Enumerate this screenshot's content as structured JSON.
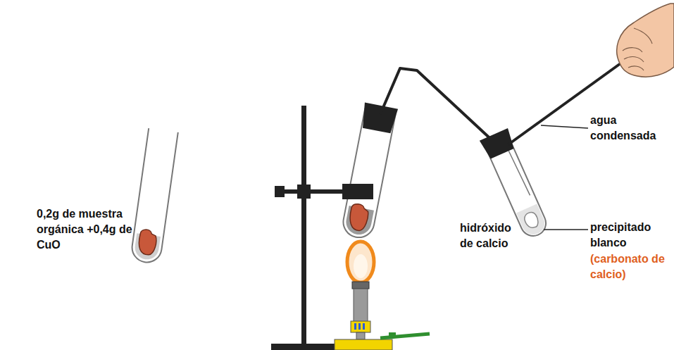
{
  "diagram": {
    "labels": [
      "0,2g de muestra orgánica +0,4g de CuO",
      "agua condensada",
      "hidróxido de calcio",
      "precipitado blanco",
      "(carbonato de calcio)"
    ]
  }
}
